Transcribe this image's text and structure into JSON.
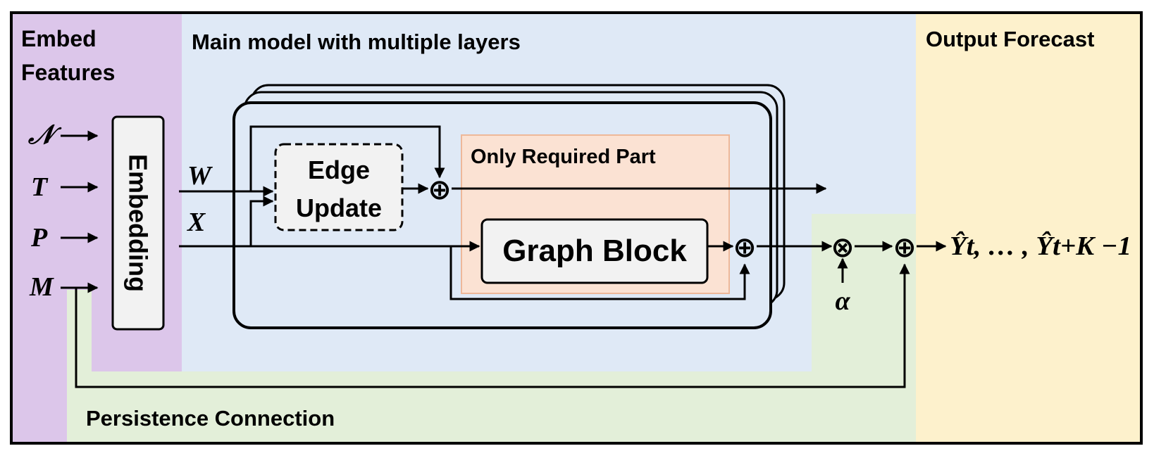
{
  "colors": {
    "embed_panel": "#dcc6ea",
    "main_panel": "#dfe9f6",
    "output_panel": "#fdf1cc",
    "persistence_panel": "#e3efd9",
    "required_part": "#fbe2d3",
    "required_part_border": "#eeb899",
    "box_fill": "#f2f2f2"
  },
  "sections": {
    "embed_line1": "Embed",
    "embed_line2": "Features",
    "main": "Main model with multiple layers",
    "output": "Output Forecast",
    "persistence": "Persistence Connection",
    "required": "Only Required Part"
  },
  "inputs": [
    "𝒩",
    "T",
    "P",
    "M"
  ],
  "blocks": {
    "embedding": "Embedding",
    "edge_update_line1": "Edge",
    "edge_update_line2": "Update",
    "graph_block": "Graph Block"
  },
  "signals": {
    "w": "W",
    "x": "X",
    "alpha": "α",
    "output_expr": "Ŷt, … , Ŷt+K −1"
  },
  "operators": {
    "sum": "⊕",
    "product": "⊗"
  }
}
